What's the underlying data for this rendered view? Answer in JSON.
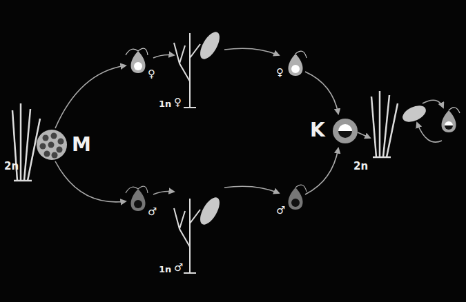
{
  "diagram": {
    "labels": [
      "2n",
      "M",
      "♀",
      "1n",
      "♀",
      "♀",
      "♂",
      "1n",
      "♂",
      "♂",
      "K",
      "2n"
    ]
  }
}
